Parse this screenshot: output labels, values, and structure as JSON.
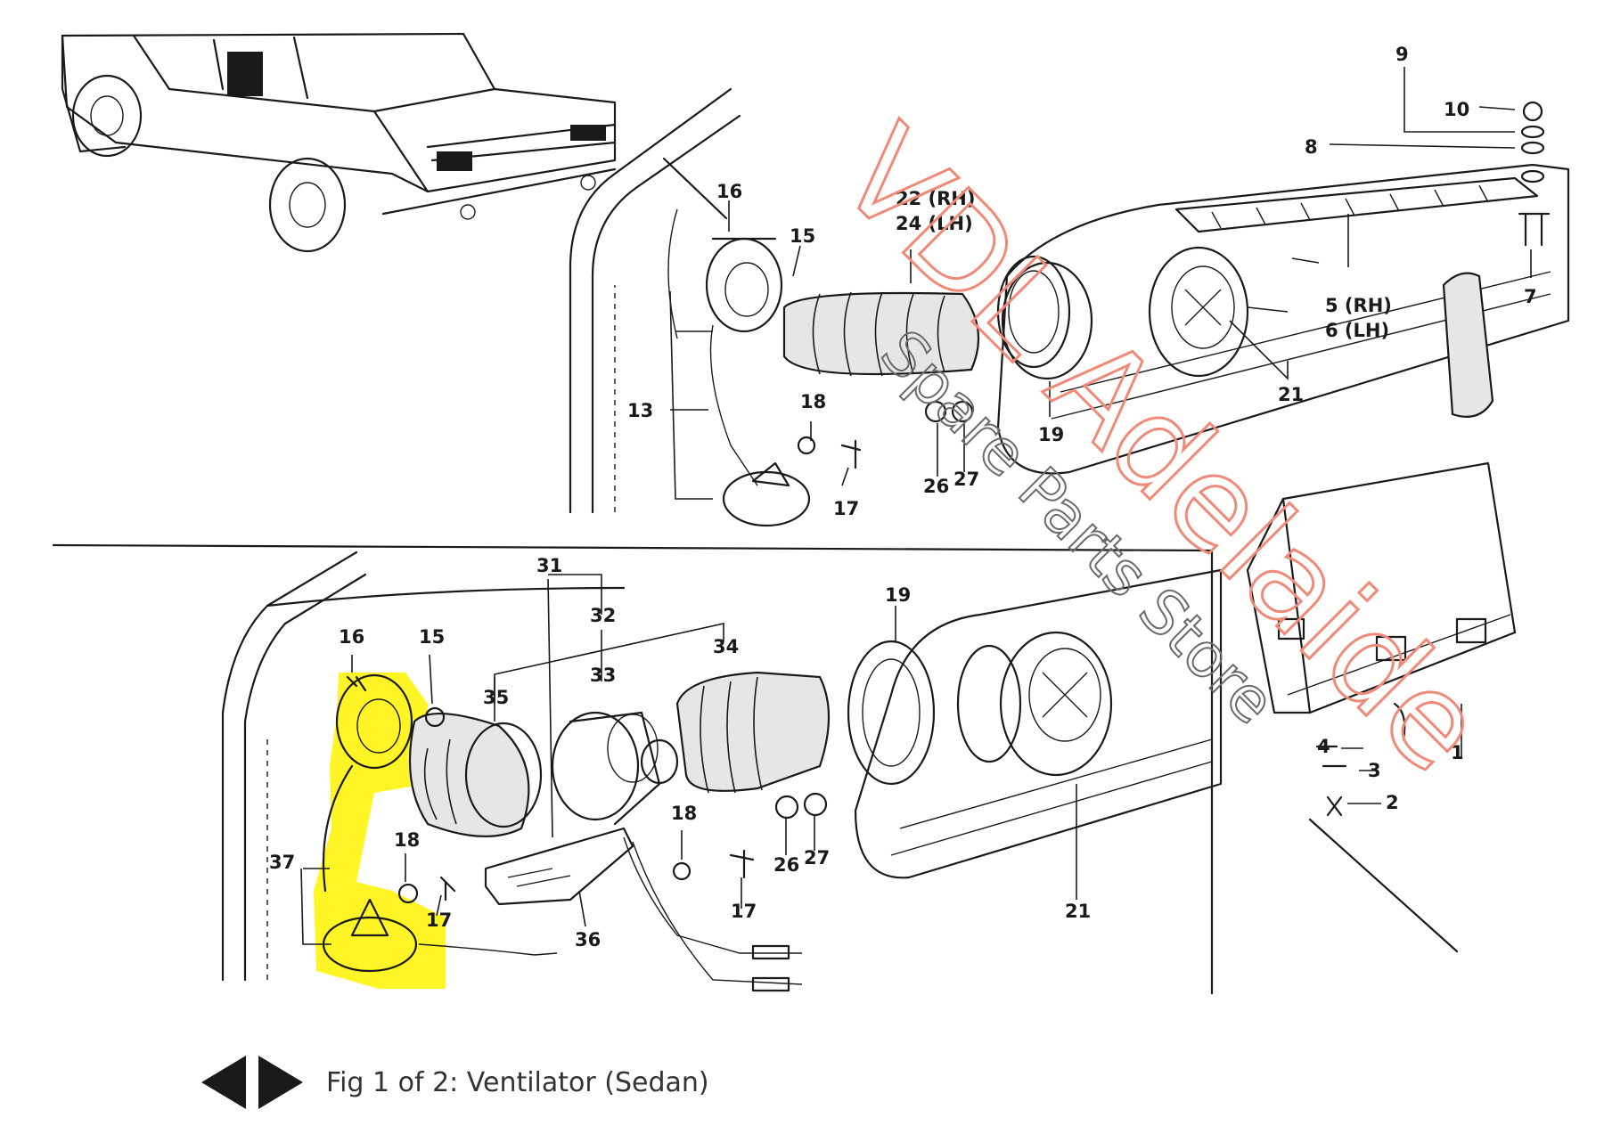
{
  "caption": "Fig 1 of 2: Ventilator (Sedan)",
  "nav": {
    "prev_icon": "triangle-left-icon",
    "next_icon": "triangle-right-icon"
  },
  "watermark": {
    "brand": "VDL Adelaide",
    "tagline": "Spare Parts Store"
  },
  "highlight_color": "#fff200",
  "top_labels": {
    "n1": "16",
    "n2": "15",
    "n3": "22 (RH)",
    "n4": "24 (LH)",
    "n5": "13",
    "n6": "18",
    "n7": "17",
    "n8": "26",
    "n9": "27",
    "n10": "19",
    "n11": "21",
    "n12": "5 (RH)",
    "n13": "6 (LH)",
    "n14": "7",
    "n15": "8",
    "n16": "9",
    "n17": "10"
  },
  "bottom_labels": {
    "n1": "31",
    "n2": "32",
    "n3": "33",
    "n4": "34",
    "n5": "35",
    "n6": "16",
    "n7": "15",
    "n8": "18",
    "n9": "17",
    "n10": "37",
    "n11": "36",
    "n12": "18",
    "n13": "17",
    "n14": "26",
    "n15": "27",
    "n16": "19",
    "n17": "21",
    "n18": "1",
    "n19": "4",
    "n20": "3",
    "n21": "2"
  }
}
